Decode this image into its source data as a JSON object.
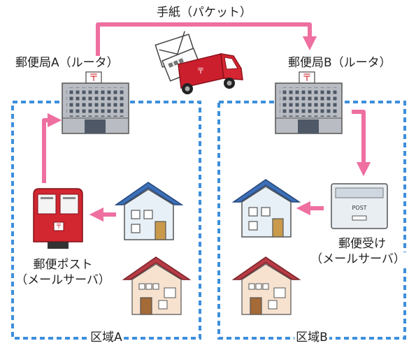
{
  "labels": {
    "letter_packet": "手紙（パケット）",
    "post_office_a": "郵便局A（ルータ）",
    "post_office_b": "郵便局B（ルータ）",
    "mailbox_line1": "郵便ポスト",
    "mailbox_line2": "（メールサーバ）",
    "mail_receiver_line1": "郵便受け",
    "mail_receiver_line2": "（メールサーバ）",
    "area_a": "区域A",
    "area_b": "区域B",
    "mailbox_plate_text": "POST",
    "mailbox_sign_text": "〒"
  },
  "colors": {
    "arrow": "#ee6fa0",
    "area_border": "#3d8fdc",
    "mailbox_red": "#d22630",
    "truck_red": "#cc1f2e",
    "building_gray": "#b9bdc3",
    "house_blue_roof": "#3d6fb6",
    "house_red_roof": "#b73b44"
  },
  "icons": [
    "mail-envelope-icon",
    "truck-icon",
    "post-office-icon",
    "mailbox-icon",
    "house-icon",
    "mail-receiver-icon"
  ]
}
